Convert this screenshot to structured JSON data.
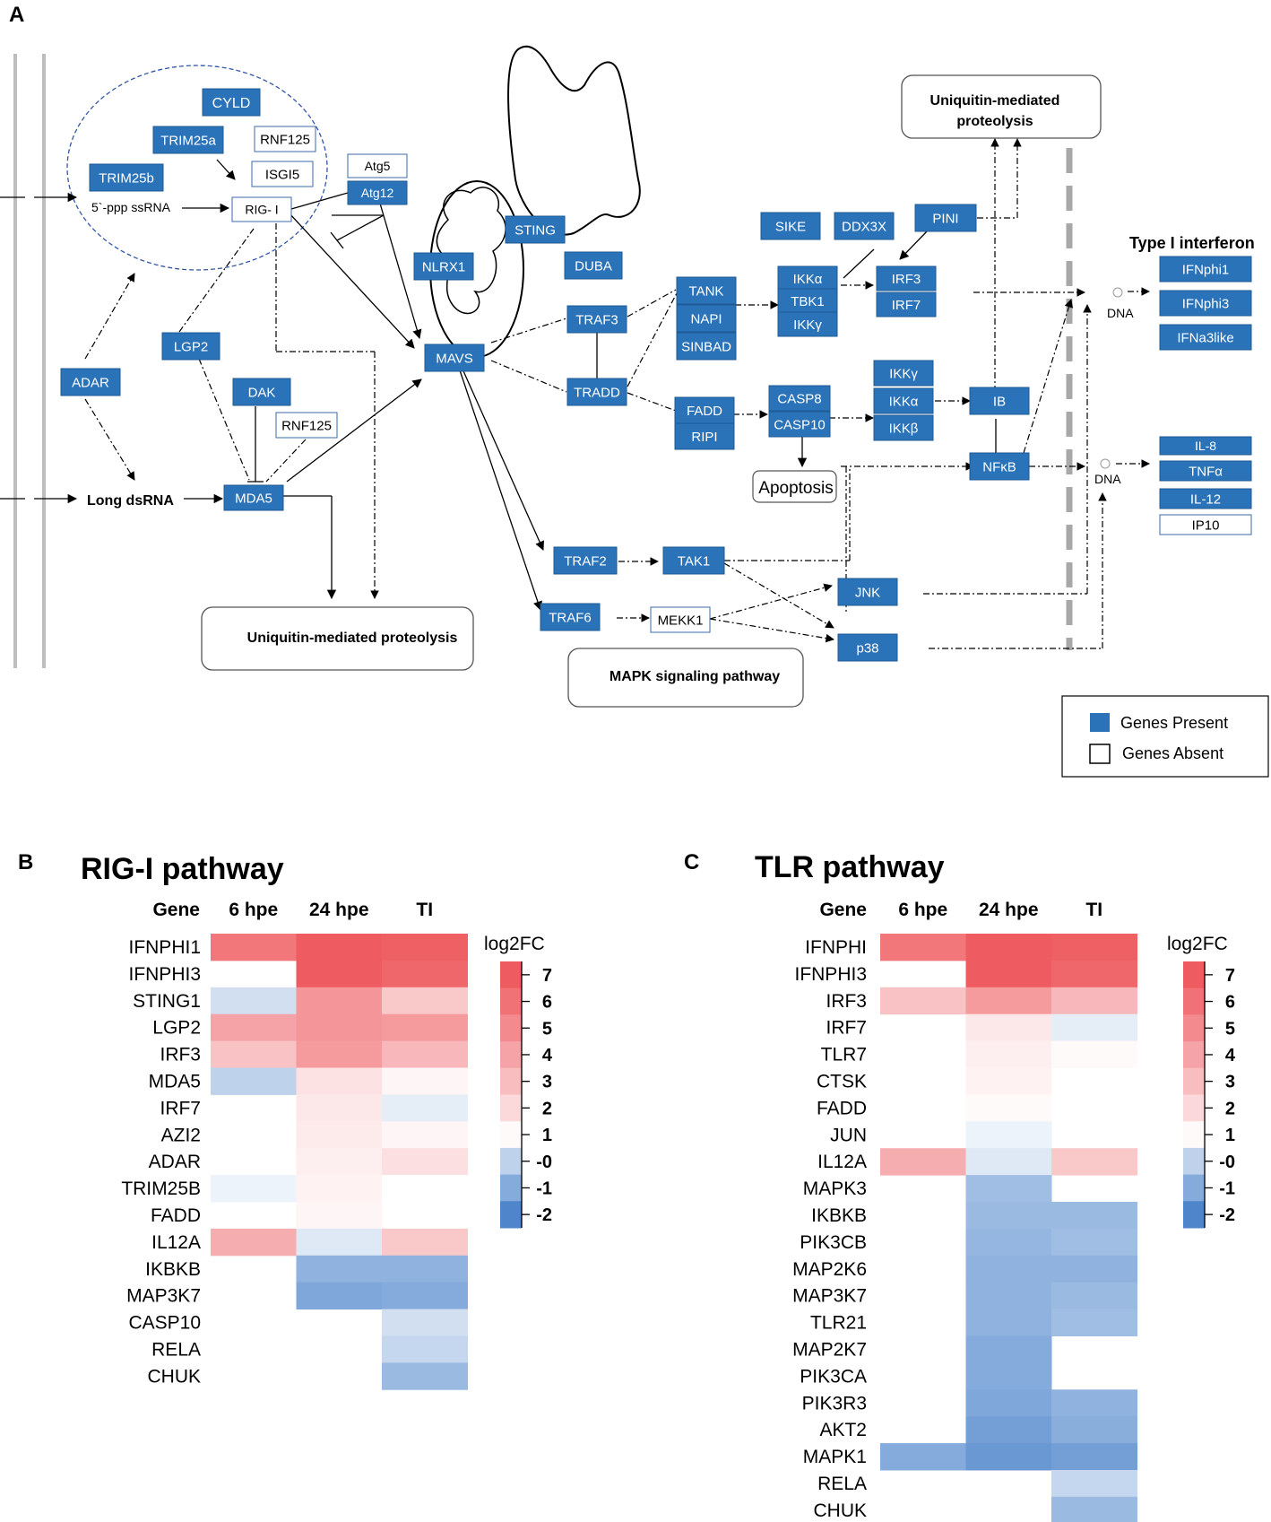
{
  "panel_labels": {
    "a": "A",
    "b": "B",
    "c": "C"
  },
  "pathway": {
    "labels": {
      "ssrna": "5`-ppp ssRNA",
      "long_dsrna": "Long dsRNA",
      "type_i_interferon": "Type I interferon",
      "dna_top": "DNA",
      "dna_bottom": "DNA",
      "apoptosis": "Apoptosis",
      "ubiq_top_line1": "Uniquitin-mediated",
      "ubiq_top_line2": "proteolysis",
      "ubiq_bottom": "Uniquitin-mediated proteolysis",
      "mapk": "MAPK signaling pathway"
    },
    "genes": {
      "CYLD": "CYLD",
      "TRIM25a": "TRIM25a",
      "TRIM25b": "TRIM25b",
      "RNF125_top": "RNF125",
      "ISGI5": "ISGI5",
      "RIGI": "RIG- I",
      "Atg5": "Atg5",
      "Atg12": "Atg12",
      "LGP2": "LGP2",
      "ADAR": "ADAR",
      "DAK": "DAK",
      "RNF125_mid": "RNF125",
      "MDA5": "MDA5",
      "NLRX1": "NLRX1",
      "STING": "STING",
      "DUBA": "DUBA",
      "MAVS": "MAVS",
      "TRAF3": "TRAF3",
      "TRADD": "TRADD",
      "TANK": "TANK",
      "NAPI": "NAPI",
      "SINBAD": "SINBAD",
      "SIKE": "SIKE",
      "DDX3X": "DDX3X",
      "PINI": "PINI",
      "IKKa_top": "IKKα",
      "TBK1": "TBK1",
      "IKKg_top": "IKKγ",
      "IRF3": "IRF3",
      "IRF7": "IRF7",
      "FADD": "FADD",
      "RIPI": "RIPI",
      "CASP8": "CASP8",
      "CASP10": "CASP10",
      "IKKg_mid": "IKKγ",
      "IKKa_mid": "IKKα",
      "IKKb_mid": "IKKβ",
      "IB": "IB",
      "NFkB": "NFκB",
      "IFNphi1": "IFNphi1",
      "IFNphi3": "IFNphi3",
      "IFNa3like": "IFNa3like",
      "IL8": "IL-8",
      "TNFa": "TNFα",
      "IL12": "IL-12",
      "IP10": "IP10",
      "TRAF2": "TRAF2",
      "TAK1": "TAK1",
      "TRAF6": "TRAF6",
      "MEKK1": "MEKK1",
      "JNK": "JNK",
      "p38": "p38"
    },
    "legend": {
      "present": "Genes Present",
      "absent": "Genes Absent"
    },
    "colors": {
      "present": "#2b73b9",
      "absent": "#ffffff",
      "outline": "#1f5a93"
    }
  },
  "chart_data": [
    {
      "type": "heatmap",
      "title": "RIG-I pathway",
      "row_header": "Gene",
      "columns": [
        "6 hpe",
        "24 hpe",
        "TI"
      ],
      "rows": [
        "IFNPHI1",
        "IFNPHI3",
        "STING1",
        "LGP2",
        "IRF3",
        "MDA5",
        "IRF7",
        "AZI2",
        "ADAR",
        "TRIM25B",
        "FADD",
        "IL12A",
        "IKBKB",
        "MAP3K7",
        "CASP10",
        "RELA",
        "CHUK"
      ],
      "values": [
        [
          5.8,
          7.0,
          6.8
        ],
        [
          null,
          7.0,
          6.5
        ],
        [
          0.3,
          4.5,
          2.6
        ],
        [
          4.0,
          4.5,
          4.3
        ],
        [
          2.8,
          4.3,
          3.2
        ],
        [
          0.0,
          1.7,
          1.1
        ],
        [
          null,
          1.5,
          0.6
        ],
        [
          null,
          1.4,
          1.1
        ],
        [
          null,
          1.3,
          1.8
        ],
        [
          0.7,
          1.2,
          0.9
        ],
        [
          null,
          1.1,
          null
        ],
        [
          3.6,
          0.5,
          2.6
        ],
        [
          null,
          -0.8,
          -0.8
        ],
        [
          null,
          -1.1,
          -1.0
        ],
        [
          null,
          null,
          0.3
        ],
        [
          null,
          null,
          0.1
        ],
        [
          null,
          null,
          -0.6
        ]
      ],
      "colorbar": {
        "title": "log2FC",
        "ticks": [
          "7",
          "6",
          "5",
          "4",
          "3",
          "2",
          "1",
          "-0",
          "-1",
          "-2"
        ],
        "range": [
          -2,
          7
        ]
      },
      "colors": {
        "high": "#ee5b60",
        "mid": "#ffffff",
        "low": "#4f86cb"
      }
    },
    {
      "type": "heatmap",
      "title": "TLR pathway",
      "row_header": "Gene",
      "columns": [
        "6 hpe",
        "24 hpe",
        "TI"
      ],
      "rows": [
        "IFNPHI",
        "IFNPHI3",
        "IRF3",
        "IRF7",
        "TLR7",
        "CTSK",
        "FADD",
        "JUN",
        "IL12A",
        "MAPK3",
        "IKBKB",
        "PIK3CB",
        "MAP2K6",
        "MAP3K7",
        "TLR21",
        "MAP2K7",
        "PIK3CA",
        "PIK3R3",
        "AKT2",
        "MAPK1",
        "RELA",
        "CHUK"
      ],
      "values": [
        [
          5.8,
          7.0,
          6.8
        ],
        [
          null,
          7.0,
          6.5
        ],
        [
          2.8,
          4.3,
          3.2
        ],
        [
          null,
          1.5,
          0.6
        ],
        [
          null,
          1.3,
          1.0
        ],
        [
          null,
          1.2,
          null
        ],
        [
          null,
          1.0,
          null
        ],
        [
          null,
          0.7,
          null
        ],
        [
          3.6,
          0.5,
          2.6
        ],
        [
          null,
          -0.5,
          null
        ],
        [
          null,
          -0.6,
          -0.6
        ],
        [
          null,
          -0.7,
          -0.5
        ],
        [
          null,
          -0.8,
          -0.8
        ],
        [
          null,
          -0.8,
          -0.6
        ],
        [
          null,
          -0.8,
          -0.5
        ],
        [
          null,
          -1.0,
          null
        ],
        [
          null,
          -1.0,
          null
        ],
        [
          null,
          -1.1,
          -0.8
        ],
        [
          null,
          -1.3,
          -0.9
        ],
        [
          -1.0,
          -1.5,
          -1.3
        ],
        [
          null,
          null,
          0.1
        ],
        [
          null,
          null,
          -0.6
        ]
      ],
      "colorbar": {
        "title": "log2FC",
        "ticks": [
          "7",
          "6",
          "5",
          "4",
          "3",
          "2",
          "1",
          "-0",
          "-1",
          "-2"
        ],
        "range": [
          -2,
          7
        ]
      },
      "colors": {
        "high": "#ee5b60",
        "mid": "#ffffff",
        "low": "#4f86cb"
      }
    }
  ]
}
